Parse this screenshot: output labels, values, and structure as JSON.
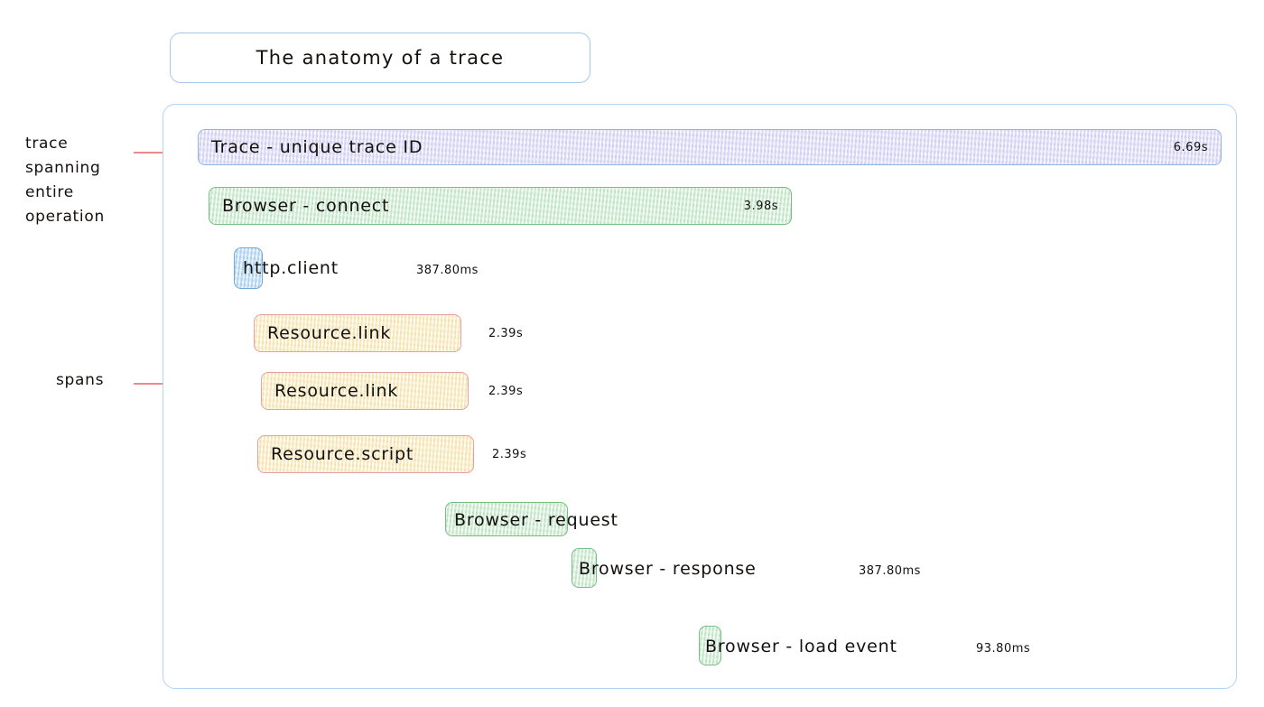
{
  "title": {
    "text": "The anatomy of a trace"
  },
  "annotations": [
    {
      "id": "trace-annotation",
      "text": "trace\nspanning\nentire\noperation"
    },
    {
      "id": "spans-annotation",
      "text": "spans"
    }
  ],
  "colors": {
    "trace_fill": "#e3e1f7",
    "trace_border": "#8fb4e0",
    "browser_fill": "#dff3e0",
    "browser_border": "#76bd86",
    "http_fill": "#cfe6f8",
    "http_border": "#6fa8dc",
    "resource_fill": "#fbf2d2",
    "resource_border": "#e8a0a0",
    "panel_border": "#b6d2ef",
    "leader_line": "#ef8a8a"
  },
  "waterfall": {
    "rows": [
      {
        "name": "trace-bar",
        "label": "Trace - unique trace ID",
        "duration": "6.69s",
        "duration_inside": true,
        "label_inside": true,
        "style": "purple"
      },
      {
        "name": "browser-connect-bar",
        "label": "Browser - connect",
        "duration": "3.98s",
        "duration_inside": true,
        "label_inside": true,
        "style": "green"
      },
      {
        "name": "http-client-bar",
        "label": "http.client",
        "duration": "387.80ms",
        "duration_inside": false,
        "label_inside": false,
        "style": "blue"
      },
      {
        "name": "resource-link-bar-1",
        "label": "Resource.link",
        "duration": "2.39s",
        "duration_inside": false,
        "label_inside": true,
        "style": "yellow"
      },
      {
        "name": "resource-link-bar-2",
        "label": "Resource.link",
        "duration": "2.39s",
        "duration_inside": false,
        "label_inside": true,
        "style": "yellow"
      },
      {
        "name": "resource-script-bar",
        "label": "Resource.script",
        "duration": "2.39s",
        "duration_inside": false,
        "label_inside": true,
        "style": "yellow"
      },
      {
        "name": "browser-request-bar",
        "label": "Browser - request",
        "duration": "",
        "duration_inside": false,
        "label_inside": false,
        "style": "green"
      },
      {
        "name": "browser-response-bar",
        "label": "Browser - response",
        "duration": "387.80ms",
        "duration_inside": false,
        "label_inside": false,
        "style": "green"
      },
      {
        "name": "browser-load-event-bar",
        "label": "Browser - load event",
        "duration": "93.80ms",
        "duration_inside": false,
        "label_inside": false,
        "style": "green"
      }
    ]
  }
}
